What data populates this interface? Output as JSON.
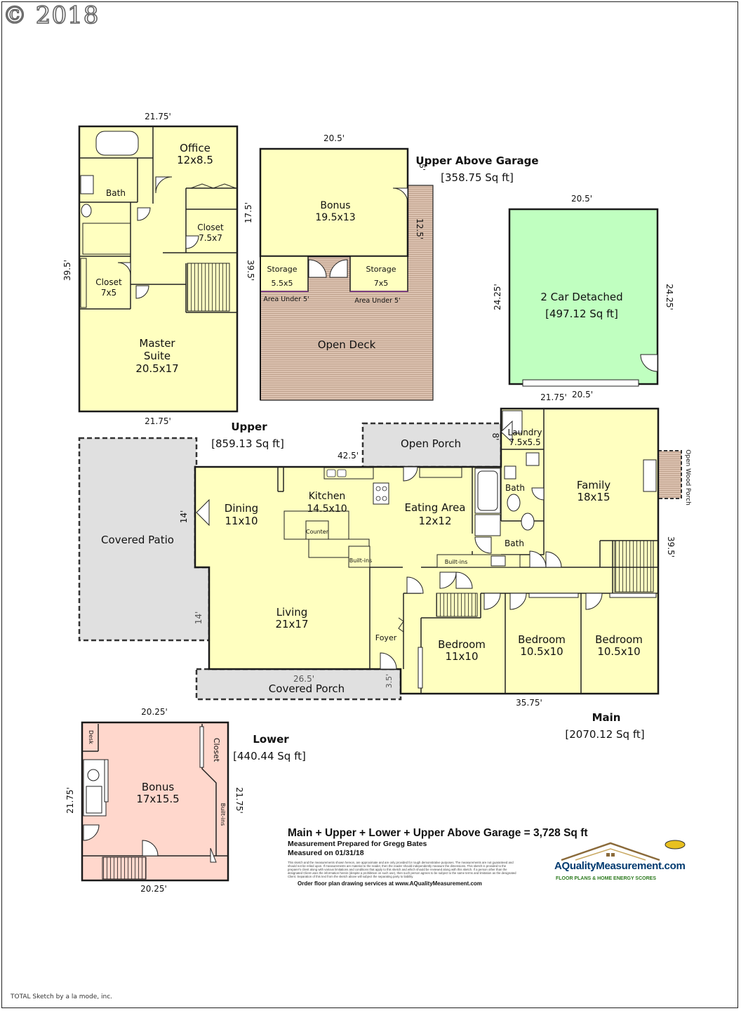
{
  "copyright": "© 2018",
  "footer_credit": "TOTAL Sketch by a la mode, inc.",
  "colors": {
    "floor": "#ffffc0",
    "garage": "#c0ffc0",
    "lower": "#ffd7cc",
    "covered": "#e0e0e0",
    "deck": "#dcc2b0",
    "wall": "#1a1a1a",
    "logo_blue": "#003a70",
    "logo_green": "#2c7a1e"
  },
  "levels": {
    "upper": {
      "name": "Upper",
      "area": "[859.13 Sq ft]"
    },
    "upper_above_garage": {
      "name": "Upper Above Garage",
      "area": "[358.75 Sq ft]"
    },
    "main": {
      "name": "Main",
      "area": "[2070.12 Sq ft]"
    },
    "lower": {
      "name": "Lower",
      "area": "[440.44 Sq ft]"
    }
  },
  "rooms": {
    "office": [
      "Office",
      "12x8.5"
    ],
    "bath_upper": [
      "Bath"
    ],
    "closet_upper_a": [
      "Closet",
      "7.5x7"
    ],
    "closet_upper_b": [
      "Closet",
      "7x5"
    ],
    "master": [
      "Master",
      "Suite",
      "20.5x17"
    ],
    "bonus_upper": [
      "Bonus",
      "19.5x13"
    ],
    "storage_a": [
      "Storage",
      "5.5x5"
    ],
    "storage_b": [
      "Storage",
      "7x5"
    ],
    "area_under_a": [
      "Area Under 5'"
    ],
    "area_under_b": [
      "Area Under 5'"
    ],
    "open_deck": [
      "Open Deck"
    ],
    "garage": [
      "2 Car Detached",
      "[497.12 Sq ft]"
    ],
    "open_porch": [
      "Open Porch"
    ],
    "laundry": [
      "Laundry",
      "7.5x5.5"
    ],
    "covered_patio": [
      "Covered Patio"
    ],
    "dining": [
      "Dining",
      "11x10"
    ],
    "kitchen": [
      "Kitchen",
      "14.5x10"
    ],
    "counter": [
      "Counter"
    ],
    "eating": [
      "Eating Area",
      "12x12"
    ],
    "bath_main_a": [
      "Bath"
    ],
    "bath_main_b": [
      "Bath"
    ],
    "family": [
      "Family",
      "18x15"
    ],
    "open_wood_porch": [
      "Open Wood Porch"
    ],
    "builtins_a": [
      "Built-ins"
    ],
    "builtins_b": [
      "Built-ins"
    ],
    "living": [
      "Living",
      "21x17"
    ],
    "foyer": [
      "Foyer"
    ],
    "bedroom_a": [
      "Bedroom",
      "11x10"
    ],
    "bedroom_b": [
      "Bedroom",
      "10.5x10"
    ],
    "bedroom_c": [
      "Bedroom",
      "10.5x10"
    ],
    "covered_porch": [
      "Covered Porch"
    ],
    "desk": [
      "Desk"
    ],
    "closet_lower": [
      "Closet"
    ],
    "builtins_lower": [
      "Built-ins"
    ],
    "bonus_lower": [
      "Bonus",
      "17x15.5"
    ]
  },
  "dimensions": {
    "upper_top": "21.75'",
    "upper_bottom": "21.75'",
    "upper_left": "39.5'",
    "upper_right": "39.5'",
    "bonus_top": "20.5'",
    "bonus_left": "17.5'",
    "deck_side": "12.5'",
    "deck_small": "5'",
    "garage_top": "20.5'",
    "garage_bottom": "20.5'",
    "garage_left": "24.25'",
    "garage_right": "24.25'",
    "main_family_top": "21.75'",
    "main_top": "42.5'",
    "porch_depth": "8'",
    "patio_side_a": "14'",
    "patio_side_b": "14'",
    "main_right": "39.5'",
    "covered_porch_len": "26.5'",
    "covered_porch_depth": "3.5'",
    "main_bottom": "35.75'",
    "lower_top": "20.25'",
    "lower_bottom": "20.25'",
    "lower_left": "21.75'",
    "lower_right": "21.75'"
  },
  "summary": {
    "total": "Main + Upper + Lower + Upper Above Garage = 3,728 Sq ft",
    "prepared": "Measurement Prepared for Gregg Bates",
    "measured": "Measured on 01/31/18",
    "disclaimer": "This sketch and the measurements shown hereon, are approximate and are only provided for rough demonstrative purposes. The measurements are not guaranteed and should not be relied upon. If measurements are material to the reader, then the reader should independently measure the dimensions. This sketch is provided to the preparer's client along with various limitations and conditions that apply to this sketch and which should be reviewed along with this sketch. If a person other than the designated Client uses the information herein (despite a prohibition on such use), then such person agrees to be subject to the same terms and limitation as the designated Client. Separation of this text from the sketch above will subject the separating party to liability.",
    "order": "Order floor plan drawing services at www.AQualityMeasurement.com"
  },
  "logo": {
    "name": "AQualityMeasurement.com",
    "tagline": "FLOOR PLANS & HOME ENERGY SCORES"
  }
}
